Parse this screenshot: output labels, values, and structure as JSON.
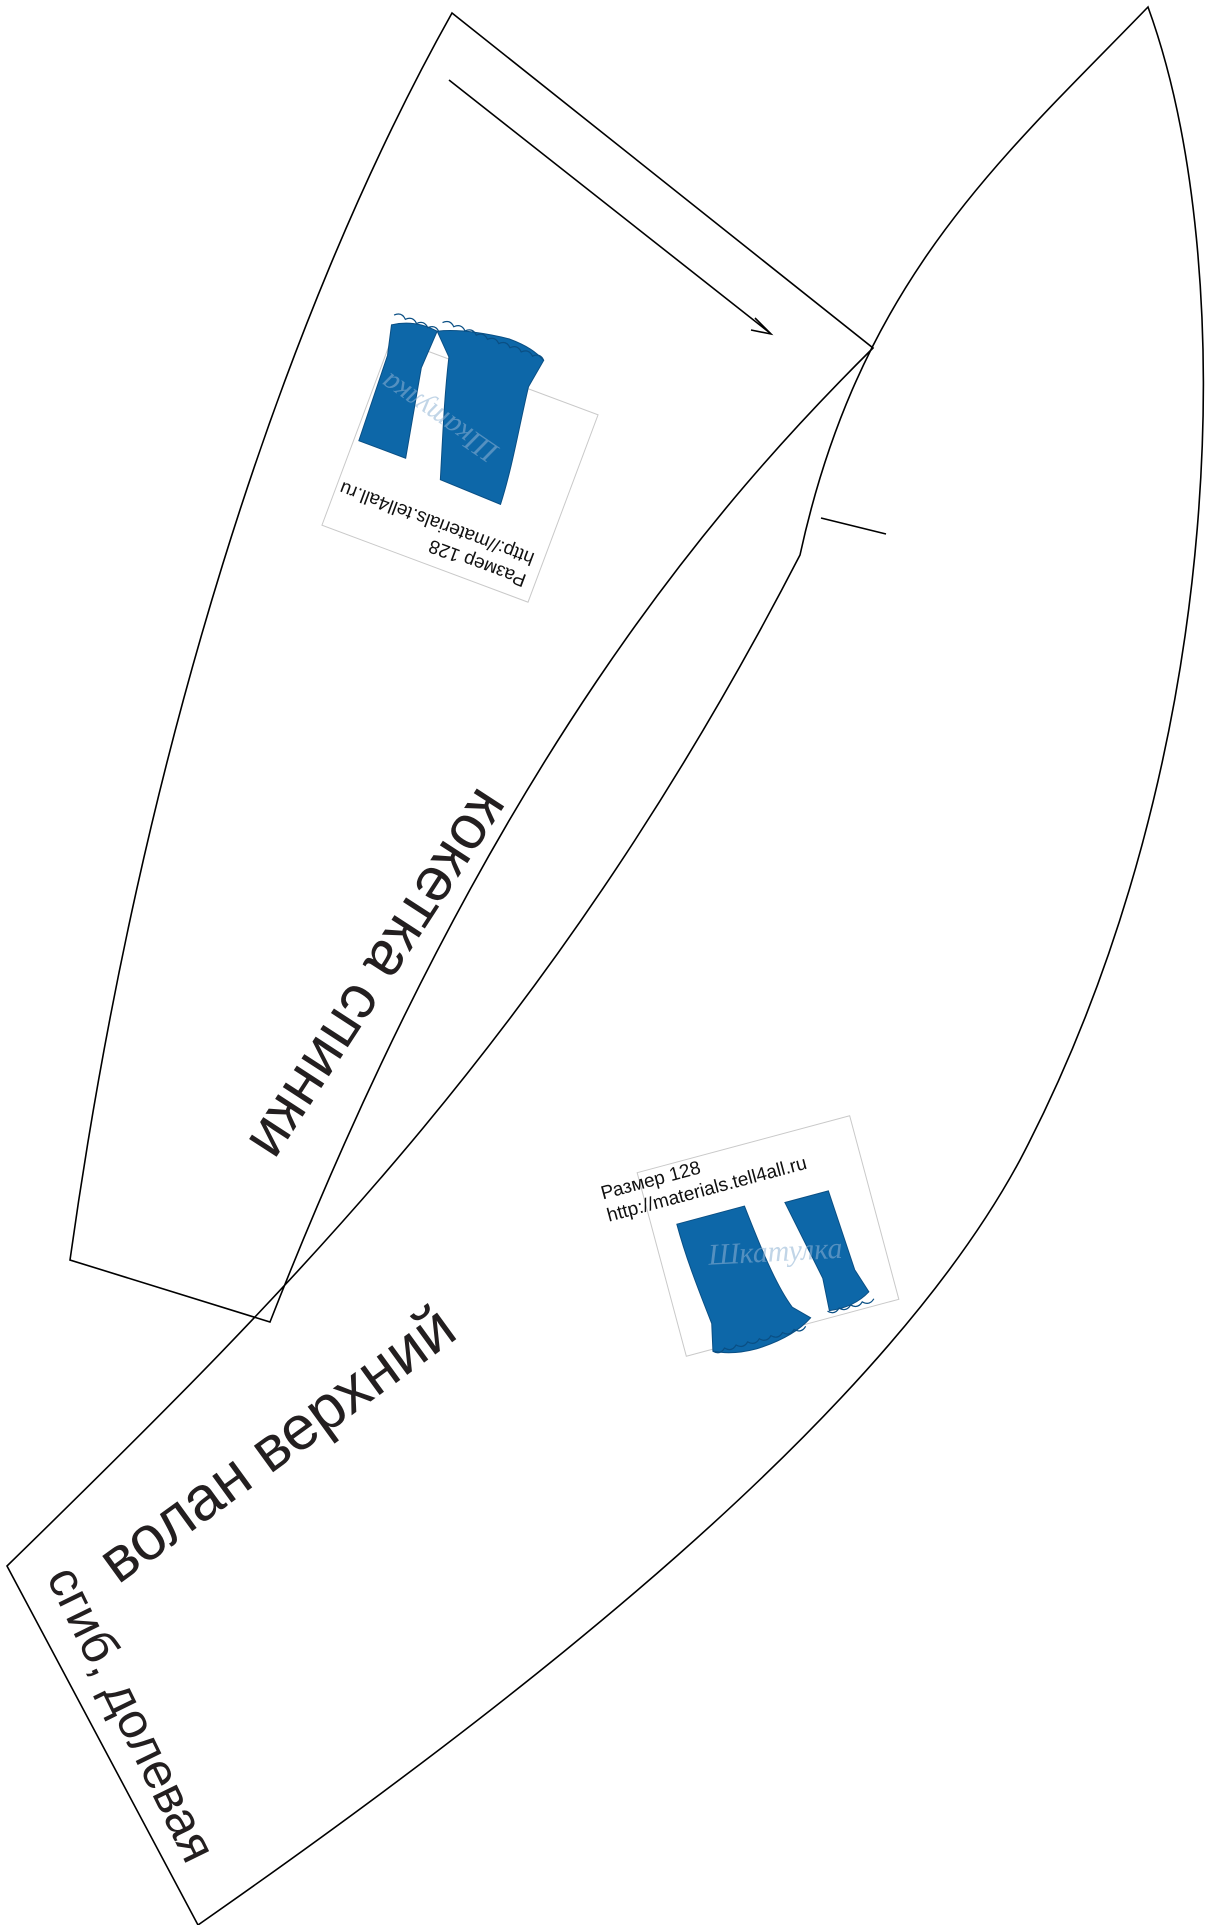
{
  "pieces": {
    "yoke": {
      "label": "кокетка спинки"
    },
    "ruffle": {
      "label": "волан верхний",
      "fold_label": "сгиб, долевая"
    }
  },
  "tag": {
    "size": "Размер 128",
    "url": "http://materials.tell4all.ru",
    "watermark": "Шкатулка"
  },
  "colors": {
    "outline": "#000000",
    "garment": "#0d67a8",
    "garment_edge": "#0a4f84",
    "text": "#231f20"
  }
}
